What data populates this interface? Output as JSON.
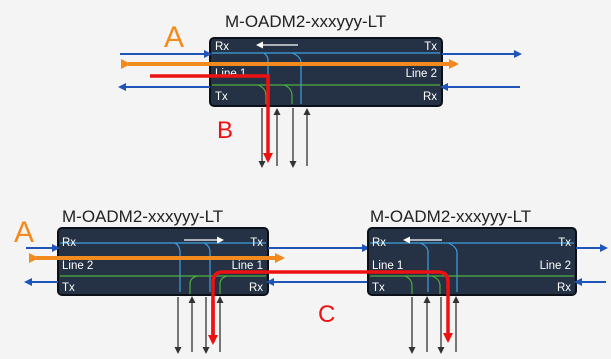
{
  "colors": {
    "background": "#f4f4f4",
    "module_fill": "#253144",
    "module_border": "#0c1118",
    "blue_line": "#1f55b8",
    "orange_line": "#f28a1e",
    "red_path": "#ee1111",
    "add_drop_line": "#333333",
    "inner_blue": "#3f9fe0",
    "inner_green": "#4caf3c",
    "label_letter": "#f28a1e",
    "label_letter_red": "#ee1111"
  },
  "modules": [
    {
      "title": "M-OADM2-xxxyyy-LT",
      "left_top": "Rx",
      "left_mid": "Line 1",
      "left_bot": "Tx",
      "right_top": "Tx",
      "right_mid": "Line 2",
      "right_bot": "Rx",
      "arrow_dir": "left"
    },
    {
      "title": "M-OADM2-xxxyyy-LT",
      "left_top": "Rx",
      "left_mid": "Line 2",
      "left_bot": "Tx",
      "right_top": "Tx",
      "right_mid": "Line 1",
      "right_bot": "Rx",
      "arrow_dir": "right"
    },
    {
      "title": "M-OADM2-xxxyyy-LT",
      "left_top": "Rx",
      "left_mid": "Line 1",
      "left_bot": "Tx",
      "right_top": "Tx",
      "right_mid": "Line 2",
      "right_bot": "Rx",
      "arrow_dir": "left"
    }
  ],
  "markers": {
    "top_a": "A",
    "top_b": "B",
    "bottom_a": "A",
    "bottom_c": "C"
  }
}
